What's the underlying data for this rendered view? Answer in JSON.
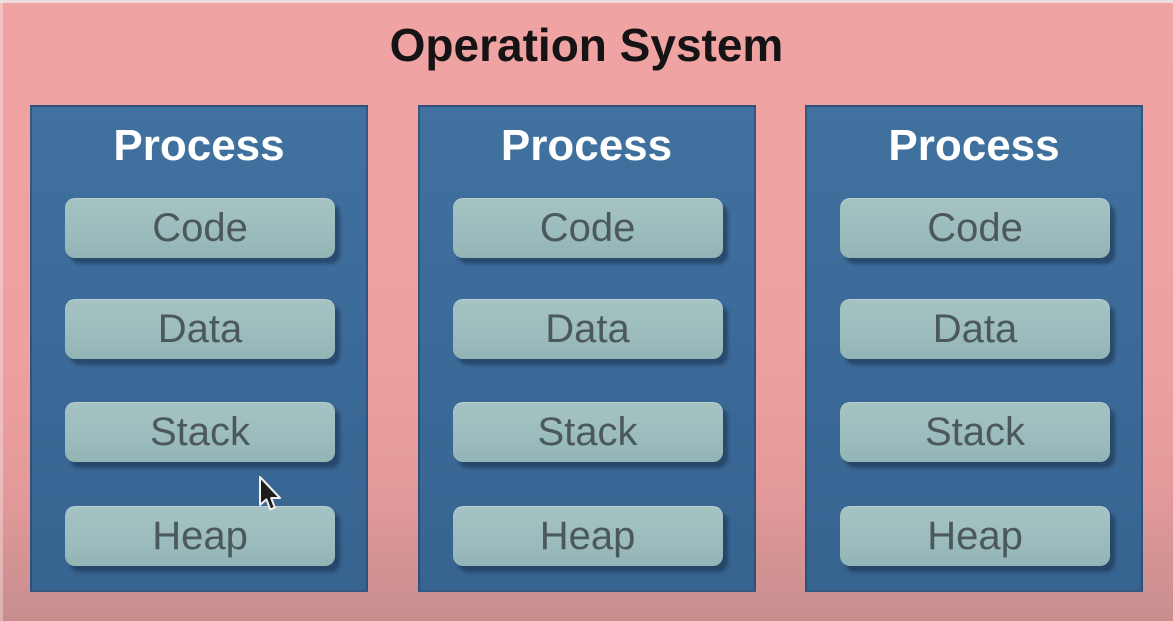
{
  "title": "Operation System",
  "processes": [
    {
      "title": "Process",
      "segments": [
        "Code",
        "Data",
        "Stack",
        "Heap"
      ]
    },
    {
      "title": "Process",
      "segments": [
        "Code",
        "Data",
        "Stack",
        "Heap"
      ]
    },
    {
      "title": "Process",
      "segments": [
        "Code",
        "Data",
        "Stack",
        "Heap"
      ]
    }
  ],
  "icons": {
    "cursor": "arrow-pointer"
  },
  "colors": {
    "background_pink_top": "#f0a3a3",
    "background_pink_bottom": "#c78e8e",
    "process_box_blue": "#3c6b9b",
    "process_box_border": "#263a5c",
    "segment_teal": "#9cbcbd",
    "segment_text": "#4c595c",
    "segment_shadow": "#162a42",
    "process_title_text": "#ffffff",
    "main_title_text": "#151314"
  }
}
